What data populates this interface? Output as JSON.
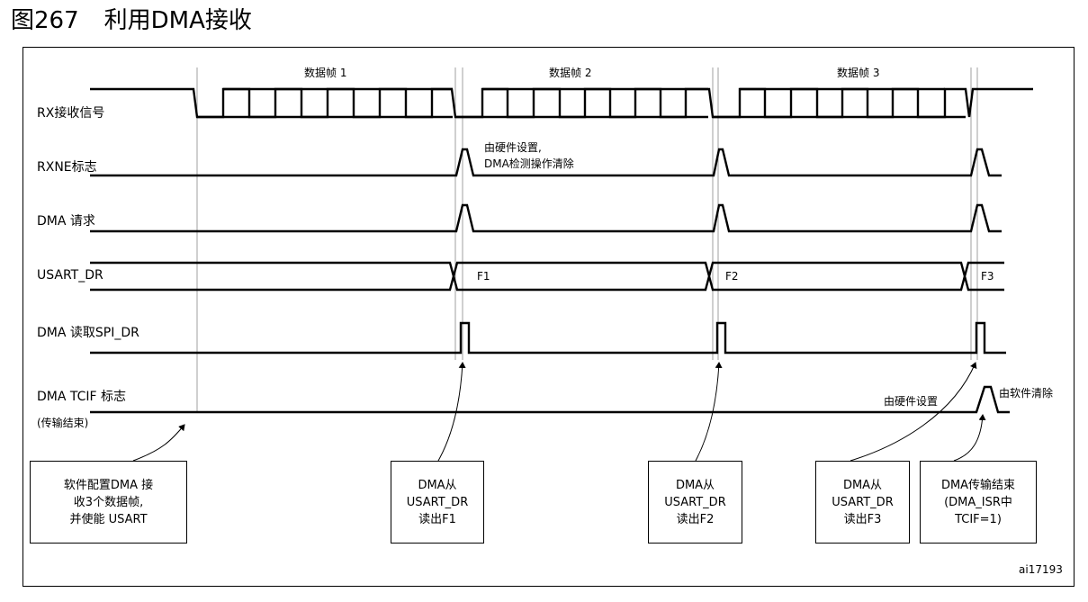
{
  "figure": {
    "number": "图267",
    "title": "利用DMA接收",
    "id_label": "ai17193"
  },
  "frames": [
    "数据帧 1",
    "数据帧 2",
    "数据帧 3"
  ],
  "signals": {
    "rx": "RX接收信号",
    "rxne": "RXNE标志",
    "dma_req": "DMA 请求",
    "usart_dr": "USART_DR",
    "dma_read": "DMA 读取SPI_DR",
    "tcif_line1": "DMA TCIF 标志",
    "tcif_line2": "(传输结束)"
  },
  "usart_dr_values": [
    "F1",
    "F2",
    "F3"
  ],
  "annotations": {
    "rxne_note_1": "由硬件设置,",
    "rxne_note_2": "DMA检测操作清除",
    "tcif_set": "由硬件设置",
    "tcif_clear": "由软件清除"
  },
  "boxes": {
    "config": [
      "软件配置DMA 接",
      "收3个数据帧,",
      "并使能 USART"
    ],
    "read_f1": [
      "DMA从",
      "USART_DR",
      "读出F1"
    ],
    "read_f2": [
      "DMA从",
      "USART_DR",
      "读出F2"
    ],
    "read_f3": [
      "DMA从",
      "USART_DR",
      "读出F3"
    ],
    "transfer_end": [
      "DMA传输结束",
      "(DMA_ISR中",
      "TCIF=1)"
    ]
  }
}
